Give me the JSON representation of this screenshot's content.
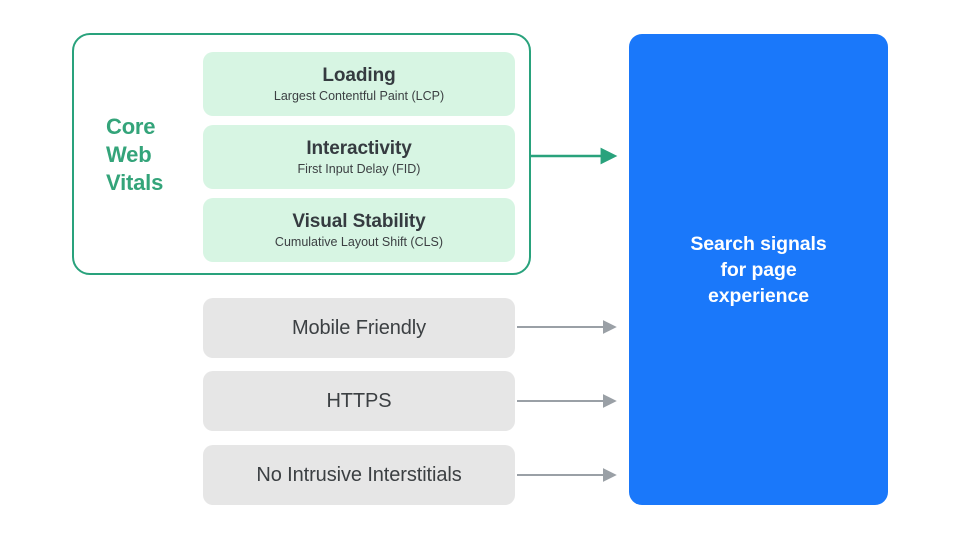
{
  "diagram": {
    "title_visible": false,
    "colors": {
      "green_accent": "#34a47a",
      "green_border": "#29a27c",
      "mint_fill": "#d7f5e3",
      "gray_fill": "#e6e6e6",
      "blue_fill": "#1a78fa",
      "arrow_gray": "#9aa0a6",
      "text_dark": "#3c4043",
      "text_white": "#ffffff",
      "background": "#ffffff"
    },
    "core_web_vitals": {
      "group_label_lines": [
        "Core",
        "Web",
        "Vitals"
      ],
      "metrics": [
        {
          "title": "Loading",
          "subtitle": "Largest Contentful Paint (LCP)",
          "abbreviation": "LCP"
        },
        {
          "title": "Interactivity",
          "subtitle": "First Input Delay (FID)",
          "abbreviation": "FID"
        },
        {
          "title": "Visual Stability",
          "subtitle": "Cumulative Layout Shift (CLS)",
          "abbreviation": "CLS"
        }
      ]
    },
    "other_signals": [
      {
        "label": "Mobile Friendly"
      },
      {
        "label": "HTTPS"
      },
      {
        "label": "No Intrusive Interstitials"
      }
    ],
    "outcome_panel": {
      "lines": [
        "Search signals",
        "for page",
        "experience"
      ]
    },
    "arrows": [
      {
        "name": "core-web-vitals-arrow",
        "color": "#29a27c",
        "from": "core-web-vitals-group",
        "to": "search-signals-panel"
      },
      {
        "name": "mobile-friendly-arrow",
        "color": "#9aa0a6",
        "from": "Mobile Friendly",
        "to": "search-signals-panel"
      },
      {
        "name": "https-arrow",
        "color": "#9aa0a6",
        "from": "HTTPS",
        "to": "search-signals-panel"
      },
      {
        "name": "no-intrusive-interstitials-arrow",
        "color": "#9aa0a6",
        "from": "No Intrusive Interstitials",
        "to": "search-signals-panel"
      }
    ]
  }
}
